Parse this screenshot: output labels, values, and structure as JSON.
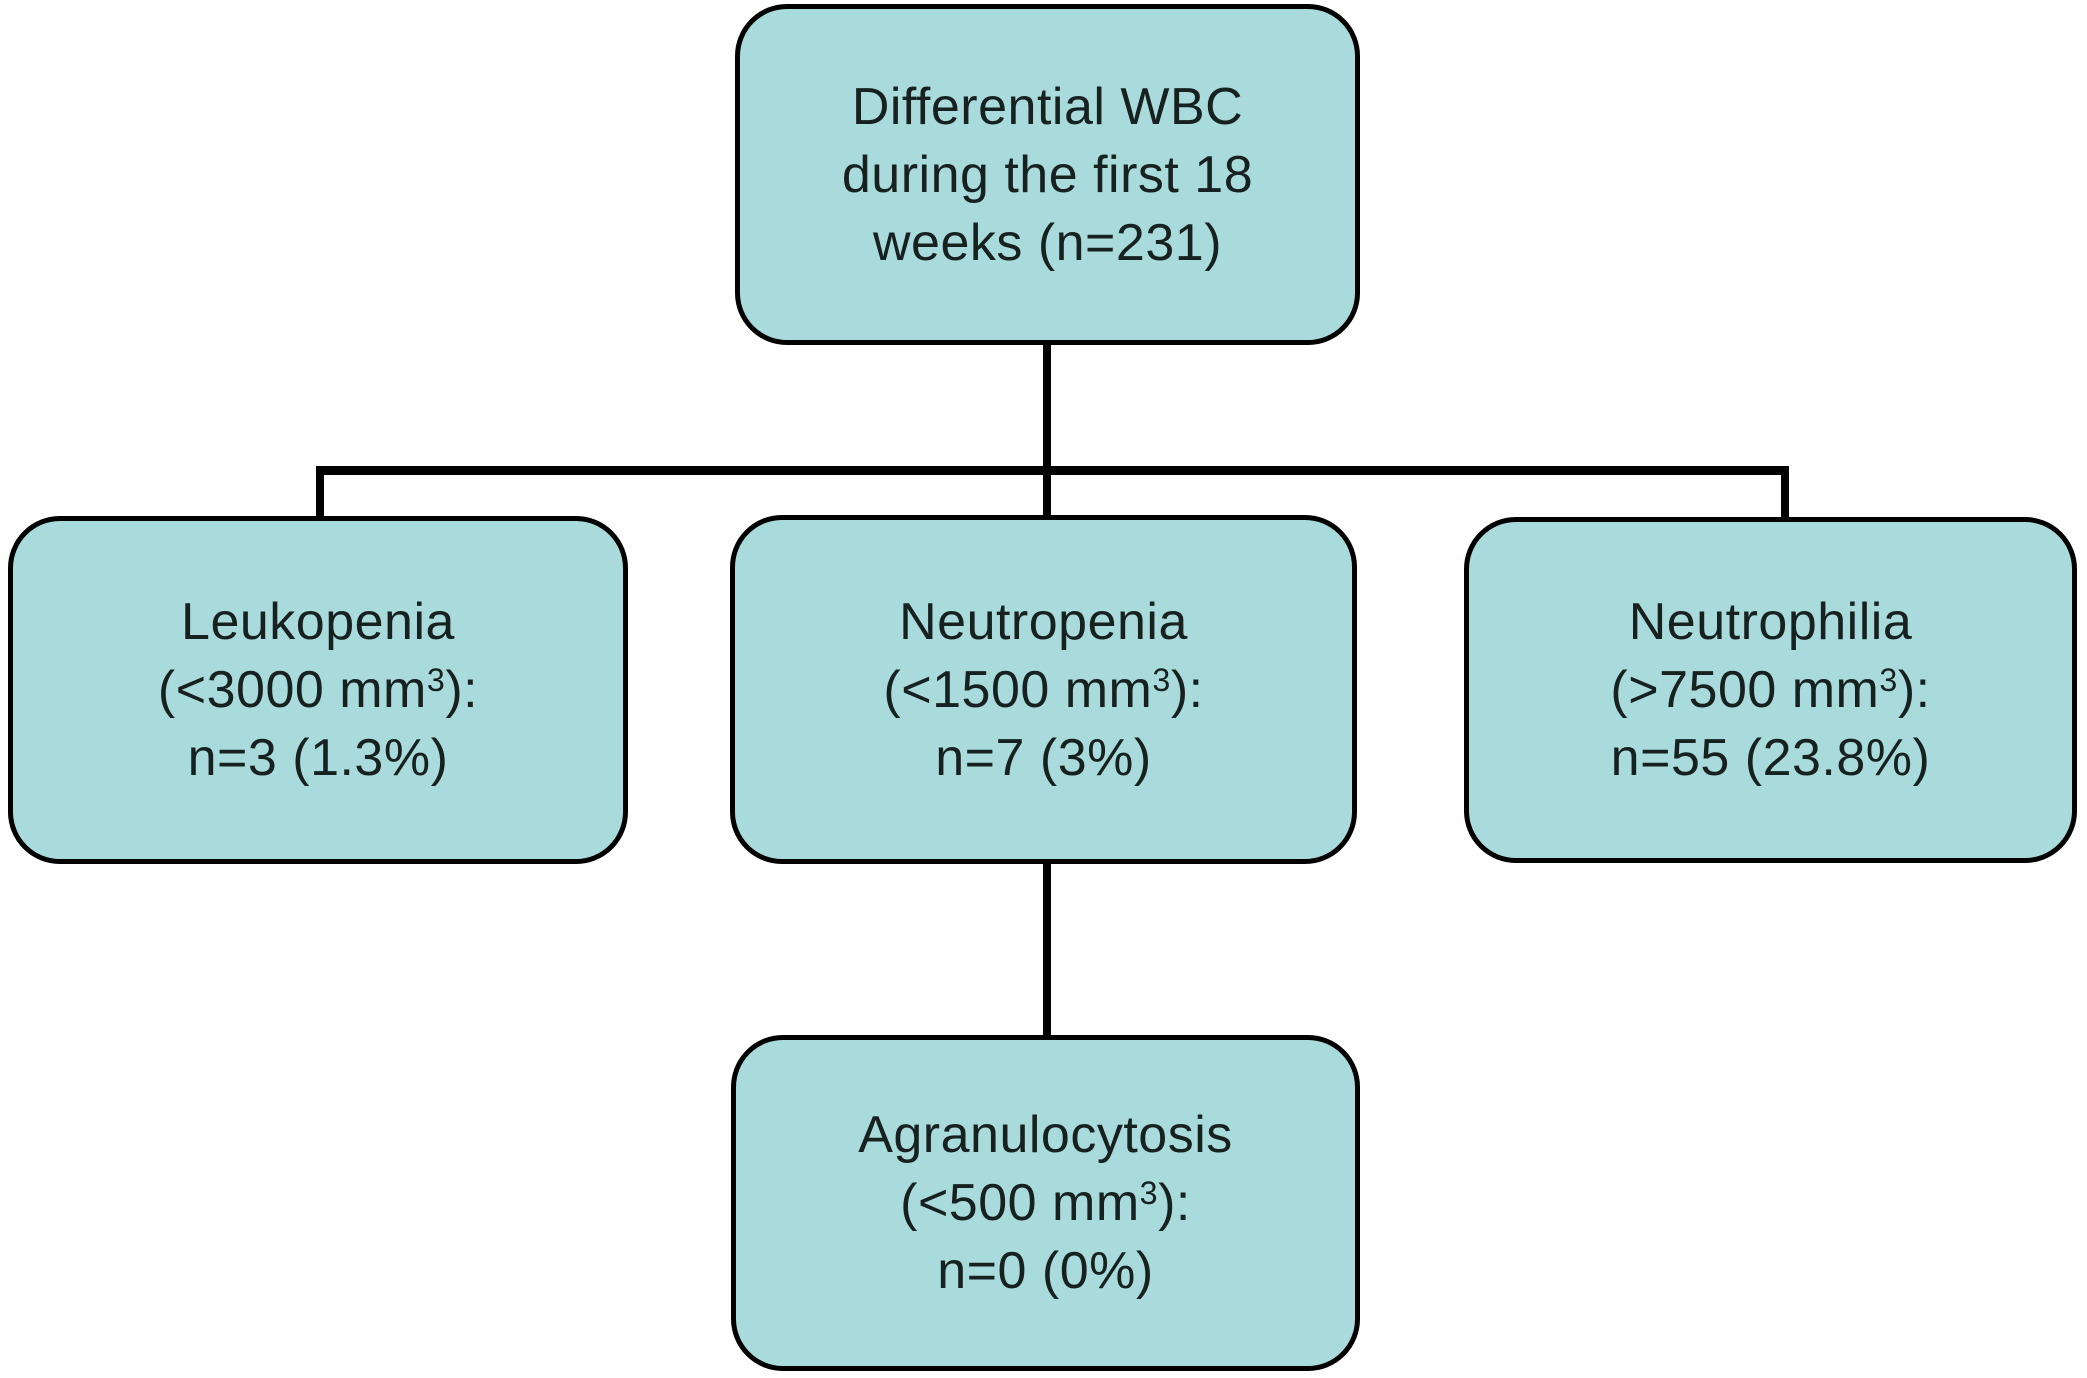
{
  "figure": {
    "type": "flowchart",
    "description": "Differential WBC outcomes flowchart"
  },
  "colors": {
    "background": "#ffffff",
    "node_fill": "#aadbdc",
    "node_border": "#000000",
    "connector": "#000000",
    "text": "#162120"
  },
  "nodes": [
    {
      "id": "root",
      "text": "Differential WBC during the first 18 weeks (n=231)",
      "lines": [
        [
          {
            "t": "Differential WBC"
          }
        ],
        [
          {
            "t": "during the first 18"
          }
        ],
        [
          {
            "t": "weeks (n=231)"
          }
        ]
      ]
    },
    {
      "id": "leukopenia",
      "text": "Leukopenia (<3000 mm3): n=3 (1.3%)",
      "lines": [
        [
          {
            "t": "Leukopenia"
          }
        ],
        [
          {
            "t": "(<3000 mm"
          },
          {
            "t": "3",
            "sup": true
          },
          {
            "t": "):"
          }
        ],
        [
          {
            "t": "n=3 (1.3%)"
          }
        ]
      ]
    },
    {
      "id": "neutropenia",
      "text": "Neutropenia (<1500 mm3): n=7 (3%)",
      "lines": [
        [
          {
            "t": "Neutropenia"
          }
        ],
        [
          {
            "t": "(<1500 mm"
          },
          {
            "t": "3",
            "sup": true
          },
          {
            "t": "):"
          }
        ],
        [
          {
            "t": "n=7 (3%)"
          }
        ]
      ]
    },
    {
      "id": "neutrophilia",
      "text": "Neutrophilia (>7500 mm3): n=55 (23.8%)",
      "lines": [
        [
          {
            "t": "Neutrophilia"
          }
        ],
        [
          {
            "t": "(>7500 mm"
          },
          {
            "t": "3",
            "sup": true
          },
          {
            "t": "):"
          }
        ],
        [
          {
            "t": "n=55 (23.8%)"
          }
        ]
      ]
    },
    {
      "id": "agranulocytosis",
      "text": "Agranulocytosis (<500 mm3): n=0 (0%)",
      "lines": [
        [
          {
            "t": "Agranulocytosis"
          }
        ],
        [
          {
            "t": "(<500 mm"
          },
          {
            "t": "3",
            "sup": true
          },
          {
            "t": "):"
          }
        ],
        [
          {
            "t": "n=0 (0%)"
          }
        ]
      ]
    }
  ],
  "edges": [
    {
      "from": "root",
      "to": "leukopenia"
    },
    {
      "from": "root",
      "to": "neutropenia"
    },
    {
      "from": "root",
      "to": "neutrophilia"
    },
    {
      "from": "neutropenia",
      "to": "agranulocytosis"
    }
  ]
}
